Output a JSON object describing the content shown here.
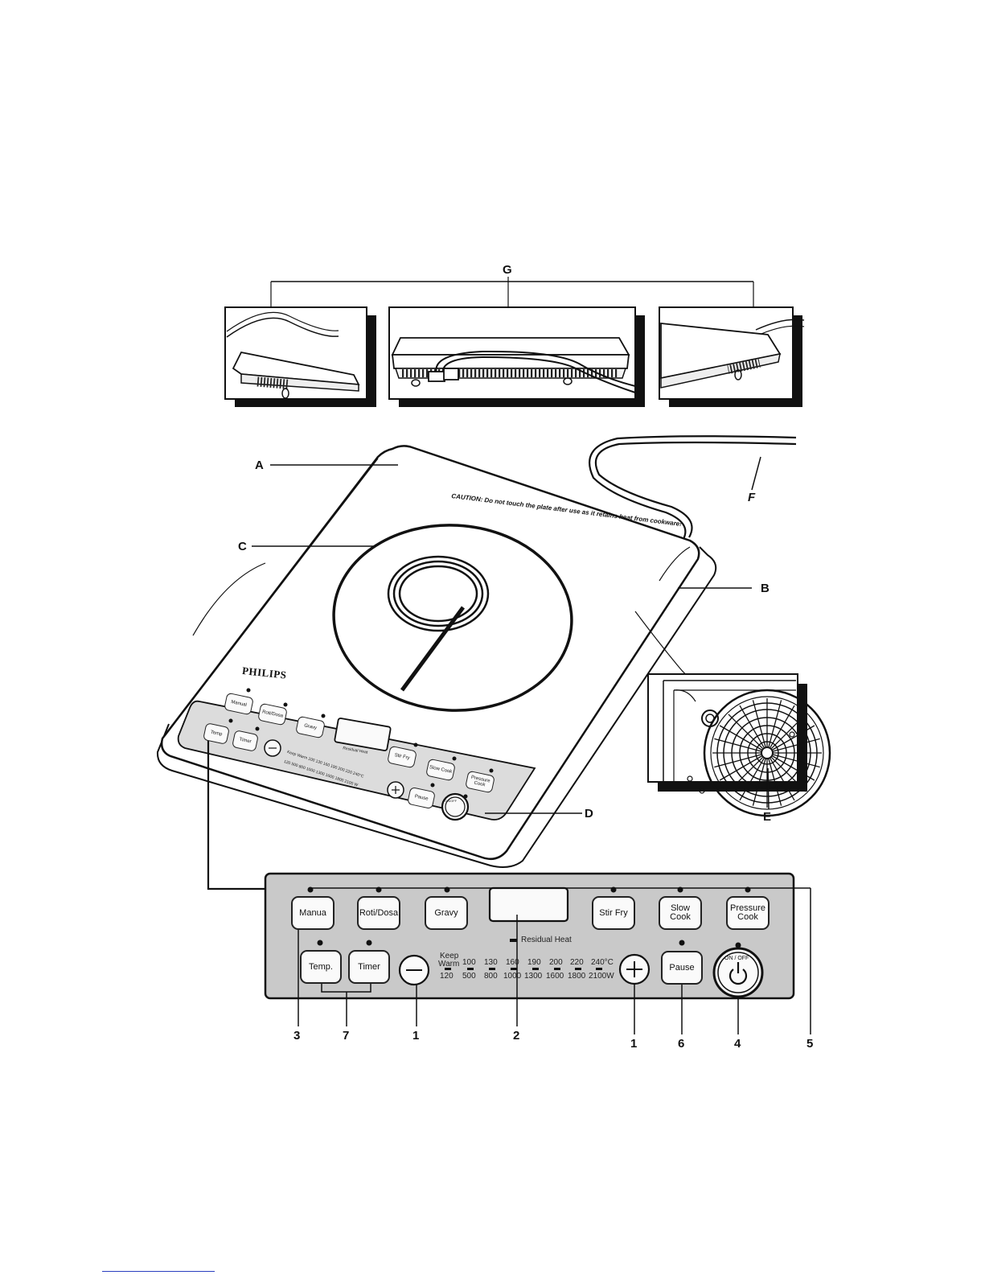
{
  "callouts": {
    "A": "A",
    "B": "B",
    "C": "C",
    "D": "D",
    "E": "E",
    "F": "F",
    "G": "G",
    "n1a": "1",
    "n1b": "1",
    "n2": "2",
    "n3": "3",
    "n4": "4",
    "n5": "5",
    "n6": "6",
    "n7": "7"
  },
  "appliance": {
    "caution_text": "CAUTION: Do not touch the plate after use as it retains heat from cookware!",
    "brand": "PHILIPS"
  },
  "panel": {
    "buttons": {
      "manual": "Manua",
      "roti_dosa": "Roti/Dosa",
      "gravy": "Gravy",
      "stir_fry": "Stir Fry",
      "slow_cook": "Slow Cook",
      "pressure_cook_1": "Pressure",
      "pressure_cook_2": "Cook",
      "temp": "Temp.",
      "timer": "Timer",
      "pause": "Pause",
      "on_off": "ON / OFF"
    },
    "residual_heat": "Residual Heat",
    "temp_scale": [
      "Keep",
      "Warm",
      "100",
      "130",
      "160",
      "190",
      "200",
      "220",
      "240°C"
    ],
    "power_scale": [
      "120",
      "500",
      "800",
      "1000",
      "1300",
      "1600",
      "1800",
      "2100W"
    ]
  },
  "mini_panel": {
    "buttons": {
      "manual": "Manual",
      "roti_dosa": "Roti/Dosa",
      "gravy": "Gravy",
      "stir_fry": "Stir Fry",
      "slow_cook": "Slow Cook",
      "pressure_cook": "Pressure Cook",
      "temp": "Temp",
      "timer": "Timer",
      "pause": "Pause",
      "on_off": "ON/OFF"
    },
    "residual_heat": "Residual Heat",
    "temp_scale": "Keep Warm 100 130 160 190 200 220 240°C",
    "power_scale": "120 500 800 1000 1300 1600 1800 2100 W"
  }
}
